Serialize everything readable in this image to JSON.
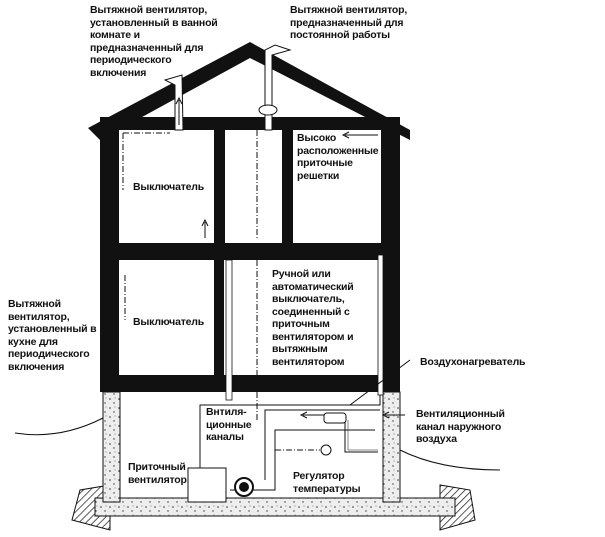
{
  "labels": {
    "bath_fan": [
      "Вытяжной вентилятор,",
      "установленный в ванной",
      "комнате и",
      "предназначенный для",
      "периодического",
      "включения"
    ],
    "constant_fan": [
      "Вытяжной вентилятор,",
      "предназначенный для",
      "постоянной работы"
    ],
    "high_grilles": [
      "Высоко",
      "расположенные",
      "приточные",
      "решетки"
    ],
    "switch_upper": "Выключатель",
    "kitchen_fan": [
      "Вытяжной",
      "вентилятор,",
      "установленный в",
      "кухне для",
      "периодического",
      "включения"
    ],
    "switch_lower": "Выключатель",
    "auto_switch": [
      "Ручной или",
      "автоматический",
      "выключатель,",
      "соединенный с",
      "приточным",
      "вентилятором и",
      "вытяжным",
      "вентилятором"
    ],
    "heater": "Воздухонагреватель",
    "outdoor_duct": [
      "Вентиляционный",
      "канал наружного",
      "воздуха"
    ],
    "vent_ducts": [
      "Внтиля-",
      "ционные",
      "каналы"
    ],
    "supply_fan": [
      "Приточный",
      "вентилятор"
    ],
    "thermostat": [
      "Регулятор",
      "температуры"
    ]
  }
}
